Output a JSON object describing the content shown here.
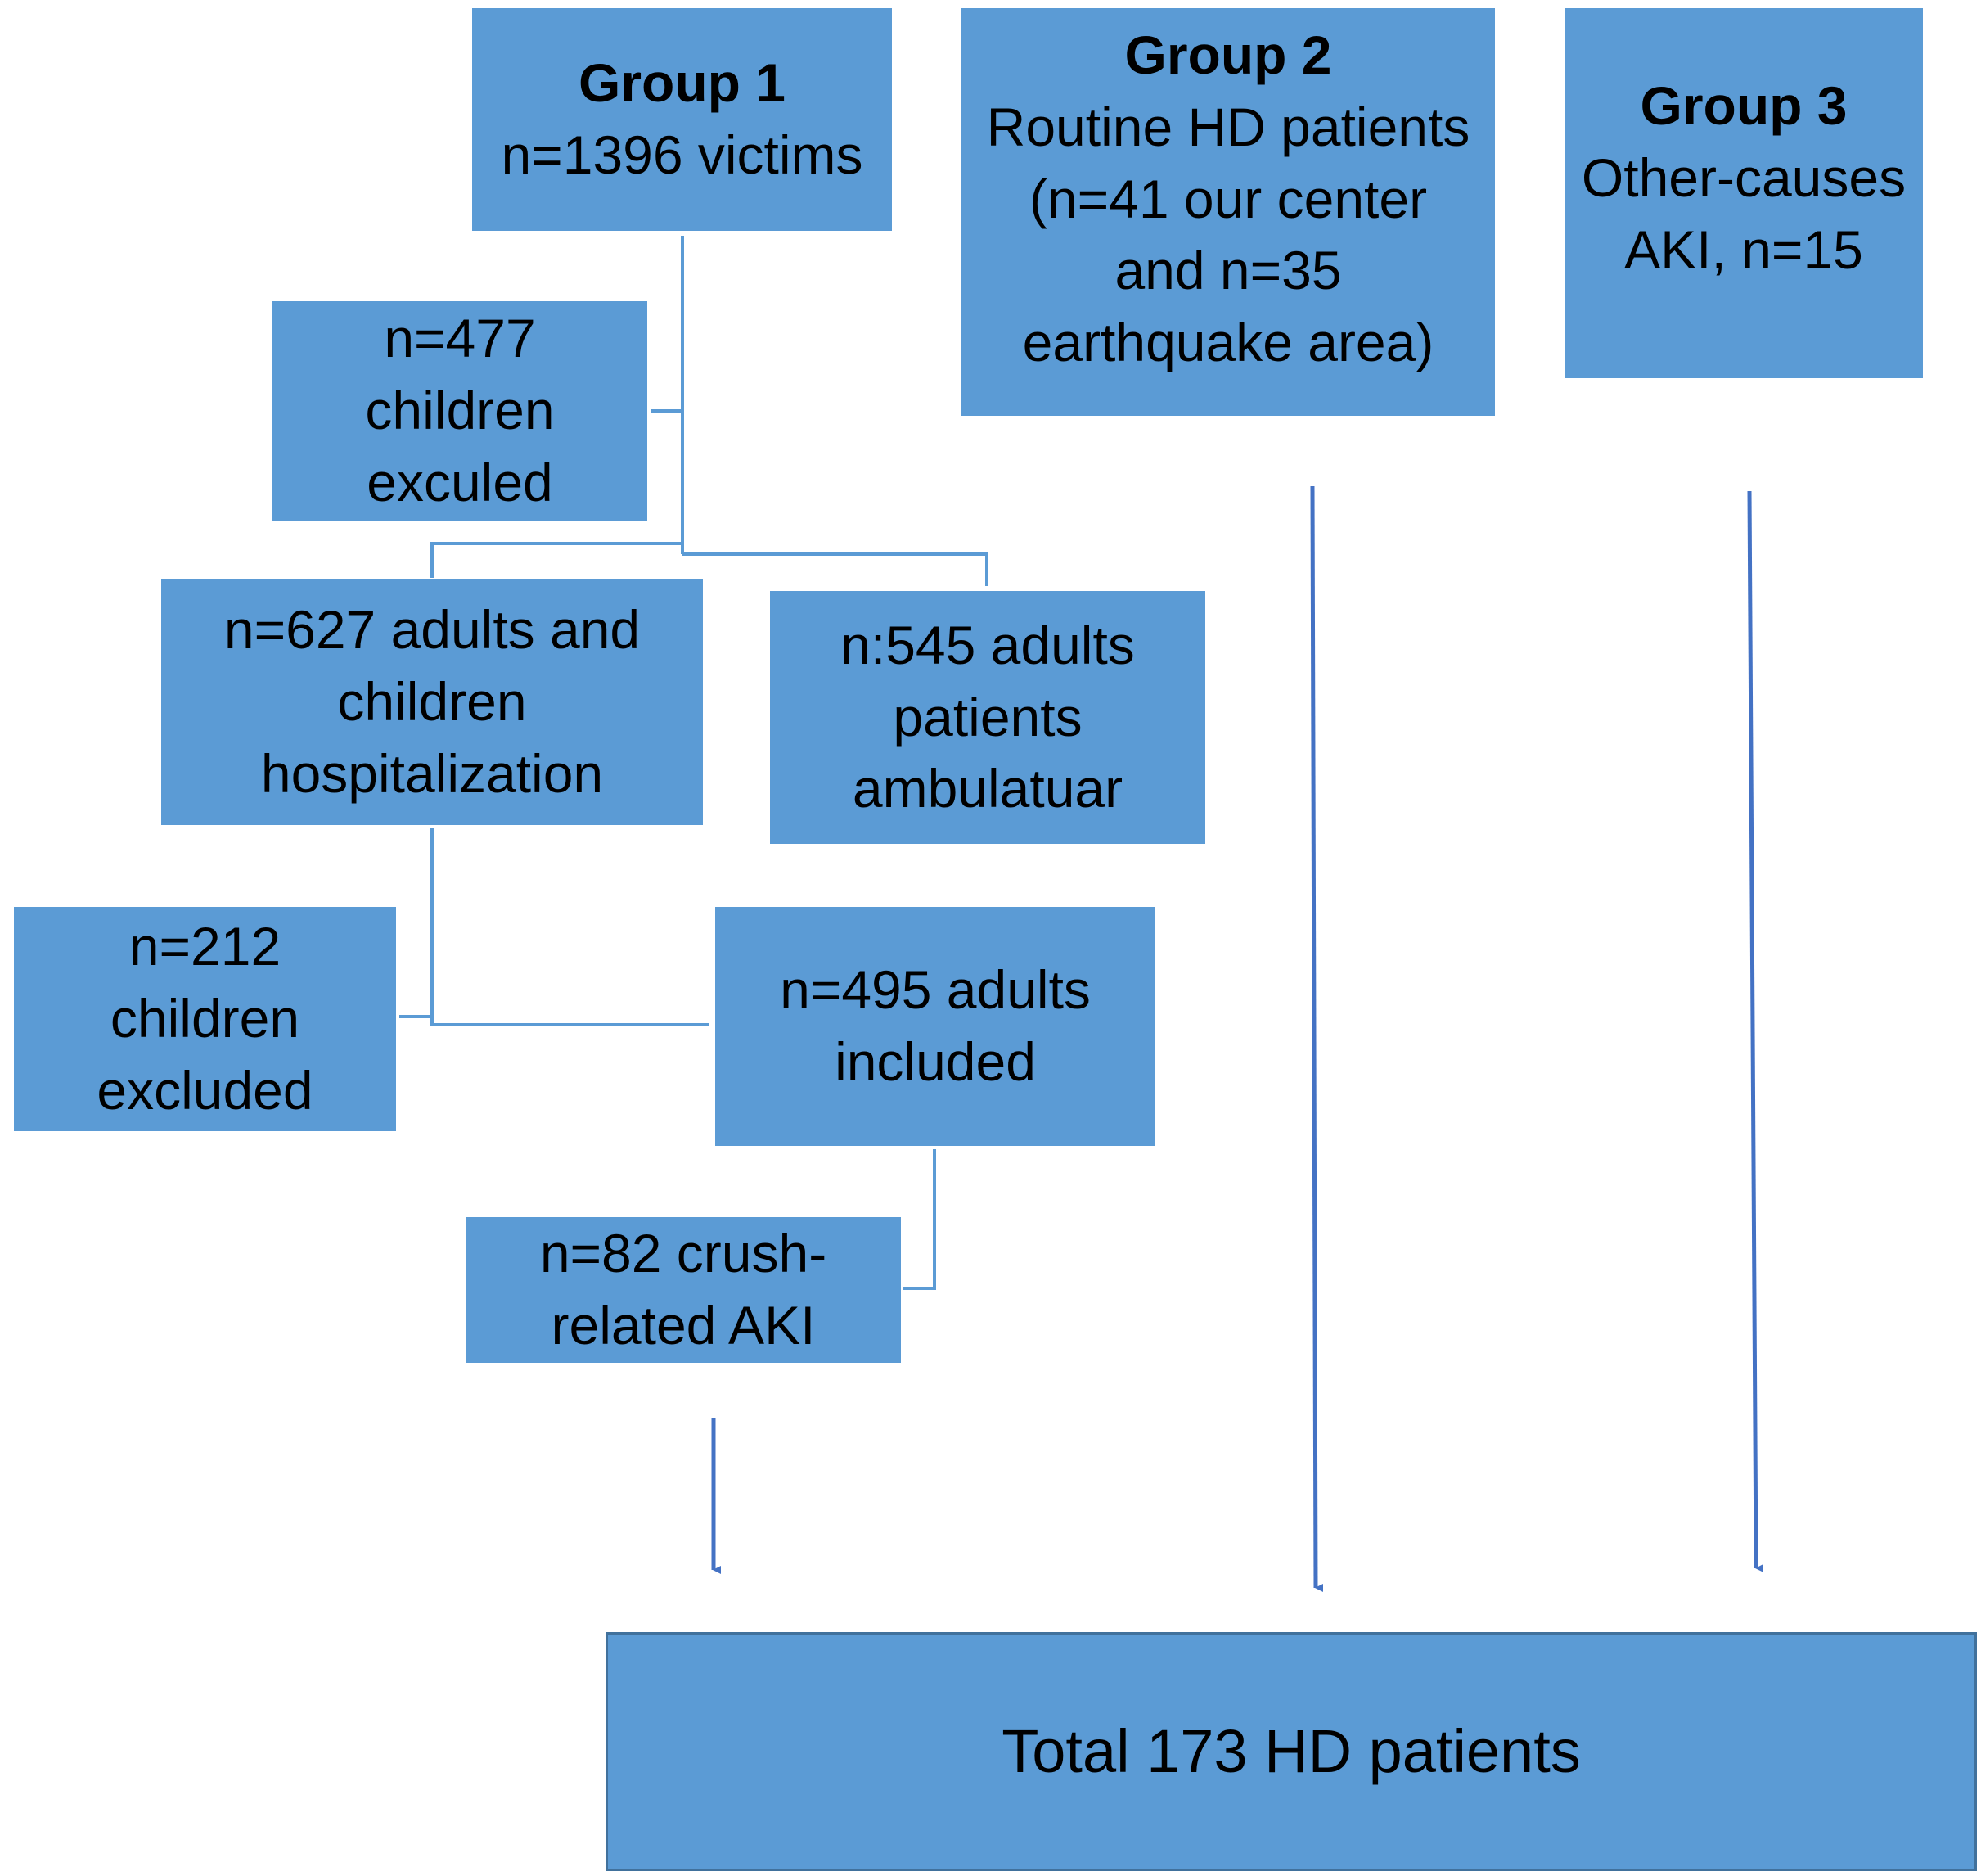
{
  "colors": {
    "box_fill": "#5b9bd5",
    "connector": "#5b9bd5",
    "arrow": "#4472c4",
    "total_border": "#41719c",
    "text": "#000000"
  },
  "boxes": {
    "group1": {
      "title": "Group 1",
      "lines": [
        "n=1396 victims"
      ]
    },
    "group2": {
      "title": "Group 2",
      "lines": [
        "Routine HD patients",
        "(n=41 our center",
        "and n=35",
        "earthquake area)"
      ]
    },
    "group3": {
      "title": "Group 3",
      "lines": [
        "Other-causes",
        "AKI, n=15"
      ]
    },
    "children_excluded_1": {
      "lines": [
        "n=477",
        "children",
        "exculed"
      ]
    },
    "hospitalization": {
      "lines": [
        "n=627 adults and",
        "children",
        "hospitalization"
      ]
    },
    "ambulatory": {
      "lines": [
        "n:545 adults",
        "patients",
        "ambulatuar"
      ]
    },
    "children_excluded_2": {
      "lines": [
        "n=212",
        "children",
        "excluded"
      ]
    },
    "adults_included": {
      "lines": [
        "n=495 adults",
        "included"
      ]
    },
    "crush_aki": {
      "lines": [
        "n=82 crush-",
        "related AKI"
      ]
    },
    "total": {
      "lines": [
        "Total 173 HD patients"
      ]
    }
  }
}
